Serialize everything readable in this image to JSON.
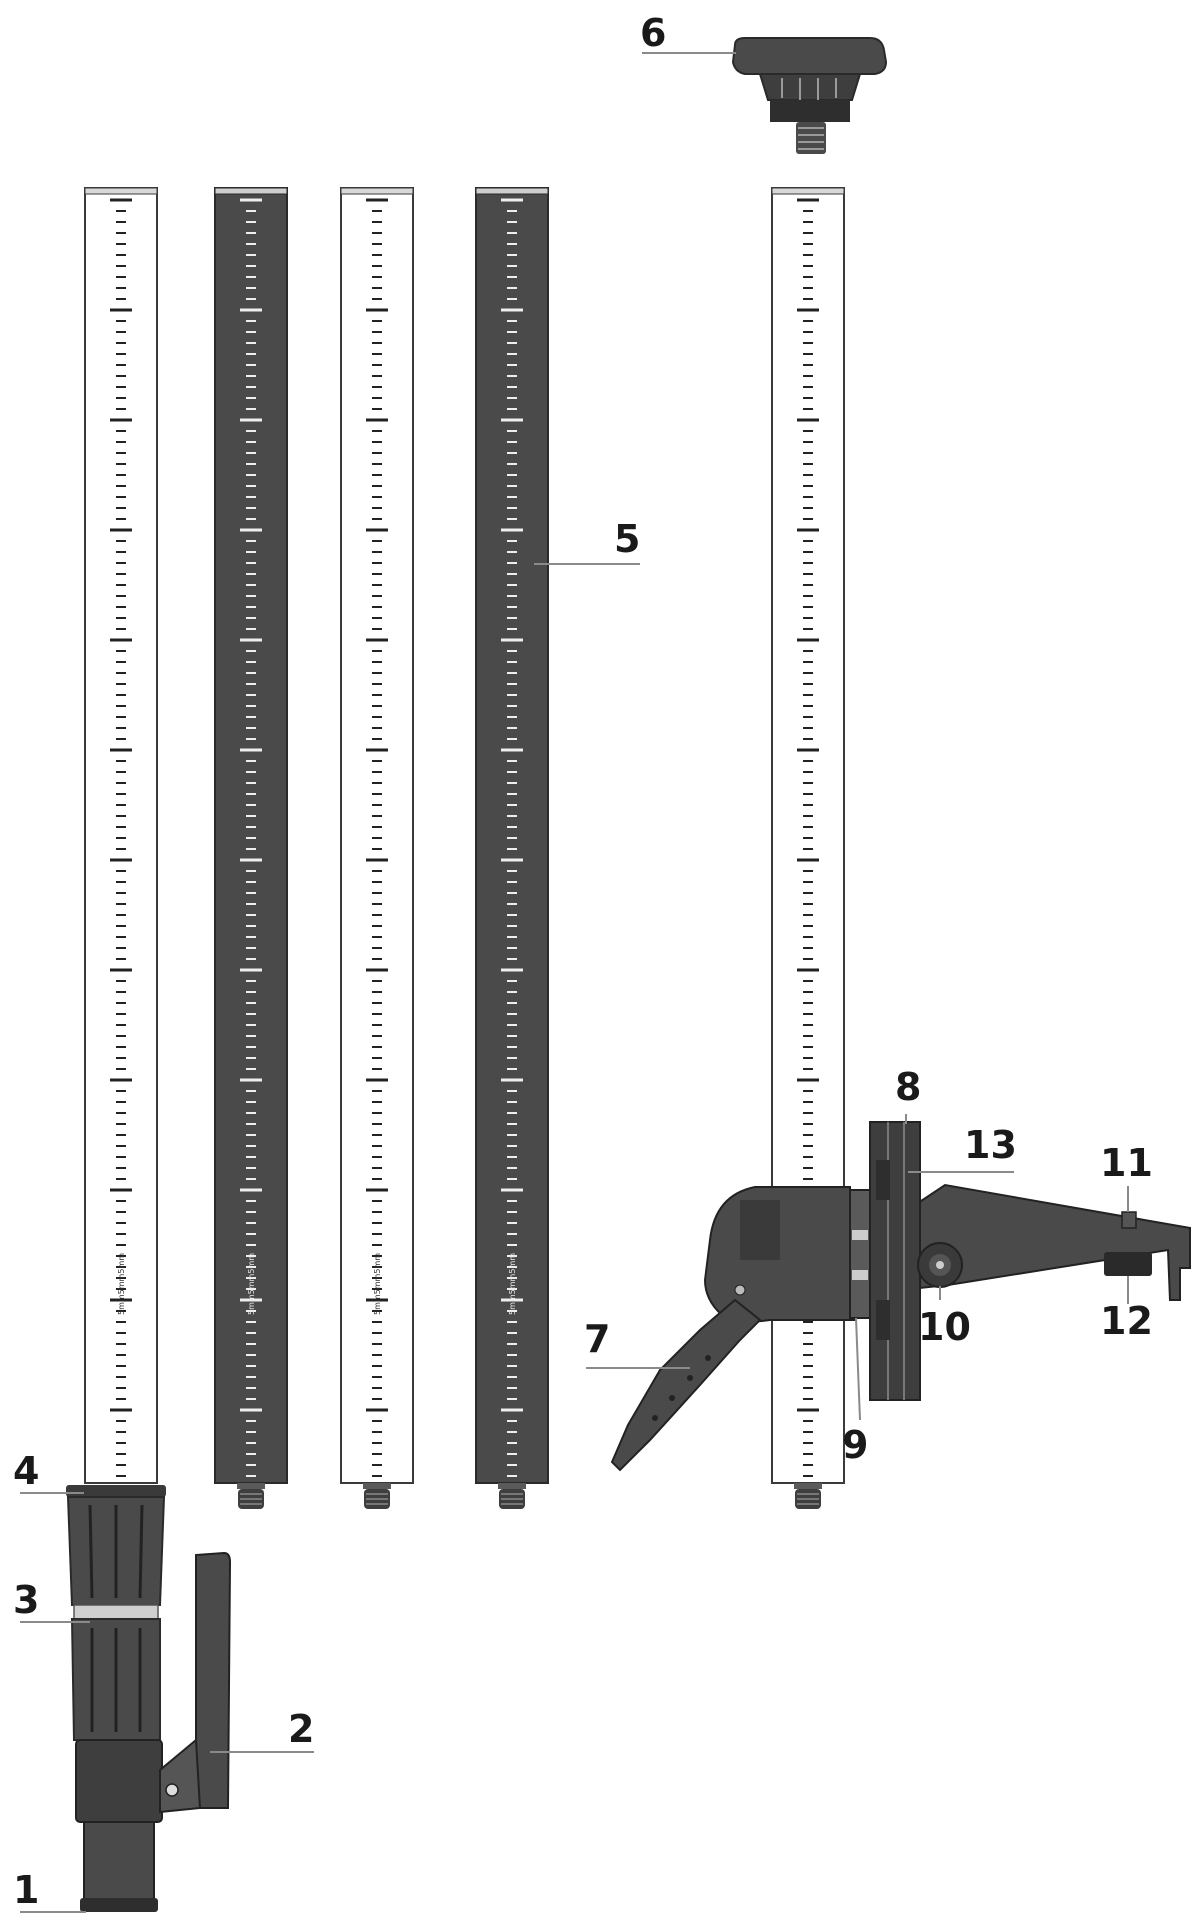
{
  "colors": {
    "dark_tube": "#4a4a4a",
    "light_tube": "#ffffff",
    "outline": "#3a3a3a",
    "part_dark": "#3e3e3e",
    "part_mid": "#5a5a5a",
    "leader": "#8a8a8a",
    "label": "#1a1a1a"
  },
  "callouts": {
    "c1": "1",
    "c2": "2",
    "c3": "3",
    "c4": "4",
    "c5": "5",
    "c6": "6",
    "c7": "7",
    "c8": "8",
    "c9": "9",
    "c10": "10",
    "c11": "11",
    "c12": "12",
    "c13": "13"
  },
  "tube_label": "5mm5mm5mm",
  "icons": {
    "end_cap": "end-cap-knob",
    "clamp": "angle-bracket-clamp",
    "tension_foot": "tension-foot-handle"
  }
}
